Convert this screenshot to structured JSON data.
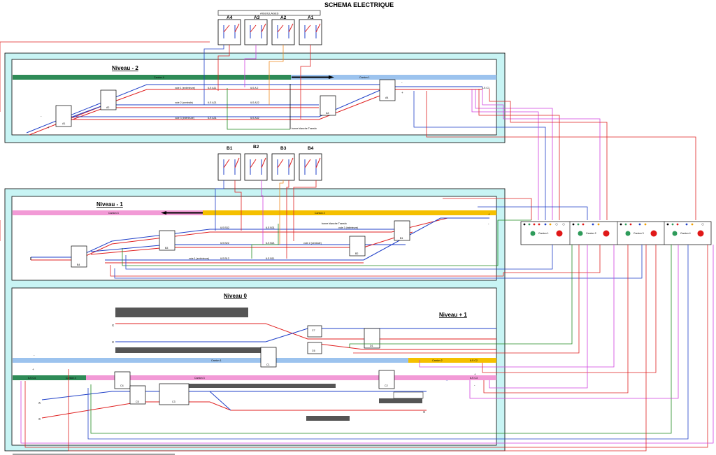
{
  "title": "SCHEMA ELECTRIQUE",
  "aiguillages_header": "AIGUILLAGES",
  "switches_top": [
    "A4",
    "A3",
    "A2",
    "A1"
  ],
  "switches_mid": [
    "B1",
    "B2",
    "B3",
    "B4"
  ],
  "niveau2": {
    "label": "Niveau - 2",
    "canton4": "Canton 4",
    "canton1": "Canton 1",
    "voies": [
      "voie 1 (extérieure)",
      "voie 2 (centrale)",
      "voie 3 (intérieure)"
    ],
    "ils": [
      "ILS A11",
      "ILS A21",
      "ILS A31",
      "ILS A 2",
      "ILS A22",
      "ILS A32",
      "ILS C1"
    ],
    "borne": "borne blanche Transfo",
    "boxes": [
      "A1",
      "A2",
      "A3",
      "A4"
    ]
  },
  "niveau1": {
    "label": "Niveau - 1",
    "canton3": "Canton 3",
    "canton2": "Canton 2",
    "voies": [
      "voie 3 (intérieure)",
      "voie 2 (centrale)",
      "voie 1 (extérieure)"
    ],
    "ils": [
      "ILS B32",
      "ILS B22",
      "ILS B12",
      "ILS B31",
      "ILS B21",
      "ILS B11"
    ],
    "borne": "borne blanche Transfo",
    "boxes": [
      "B1",
      "B2",
      "B3",
      "B4"
    ]
  },
  "niveau0": {
    "label": "Niveau 0",
    "niveau_plus": "Niveau + 1",
    "canton1": "Canton 1",
    "canton2": "Canton 2",
    "canton3": "Canton 3",
    "canton4": "Canton 4",
    "ils": [
      "ILS C2",
      "ILS C3",
      "ILS C4"
    ],
    "boxes": [
      "C7",
      "C6",
      "D1",
      "C1",
      "C4",
      "C5",
      "C3",
      "C2"
    ],
    "x_mark": "X"
  },
  "control_panel": {
    "cantons": [
      "Canton 1",
      "Canton 2",
      "Canton 3",
      "Canton 4"
    ]
  },
  "signs": {
    "plus": "+",
    "minus": "-"
  },
  "colors": {
    "rail_red": "#e02020",
    "rail_blue": "#2040c8",
    "canton4_green": "#2e8b57",
    "canton1_blue": "#9cc3ee",
    "canton3_pink": "#f29ad6",
    "canton2_yellow": "#f5c000",
    "wire_magenta": "#d040e0",
    "wire_orange": "#f08a20",
    "wire_green": "#208a20",
    "frame_cyan": "#c8f4f4"
  }
}
